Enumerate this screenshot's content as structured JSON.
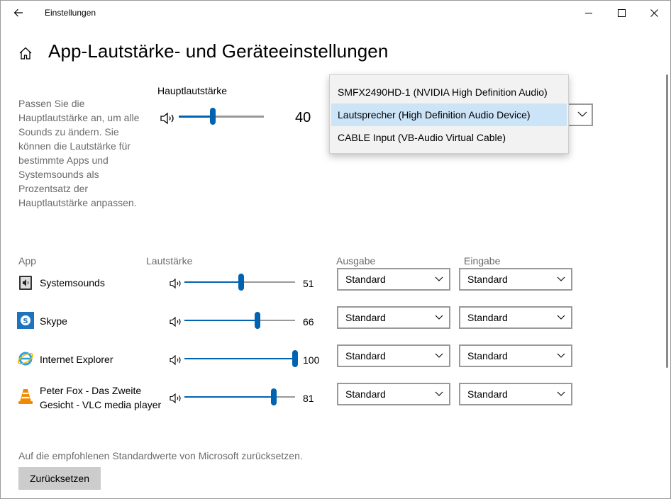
{
  "window": {
    "title": "Einstellungen"
  },
  "page": {
    "title": "App-Lautstärke- und Geräteeinstellungen"
  },
  "description": "Passen Sie die Hauptlautstärke an, um alle Sounds zu ändern. Sie können die Lautstärke für bestimmte Apps und Systemsounds als Prozentsatz der Hauptlautstärke anpassen.",
  "master": {
    "label": "Hauptlautstärke",
    "value": "40",
    "level": 40
  },
  "output_dropdown": {
    "options": [
      "SMFX2490HD-1 (NVIDIA High Definition Audio)",
      "Lautsprecher (High Definition Audio Device)",
      "CABLE Input (VB-Audio Virtual Cable)"
    ],
    "selected_index": 1
  },
  "columns": {
    "app": "App",
    "volume": "Lautstärke",
    "output": "Ausgabe",
    "input": "Eingabe"
  },
  "apps": [
    {
      "name": "Systemsounds",
      "icon": "system-sounds-icon",
      "value": "51",
      "level": 51,
      "output": "Standard",
      "input": "Standard"
    },
    {
      "name": "Skype",
      "icon": "skype-icon",
      "value": "66",
      "level": 66,
      "output": "Standard",
      "input": "Standard"
    },
    {
      "name": "Internet Explorer",
      "icon": "internet-explorer-icon",
      "value": "100",
      "level": 100,
      "output": "Standard",
      "input": "Standard"
    },
    {
      "name": "Peter Fox - Das Zweite Gesicht - VLC media player",
      "icon": "vlc-icon",
      "value": "81",
      "level": 81,
      "output": "Standard",
      "input": "Standard"
    }
  ],
  "reset": {
    "text": "Auf die empfohlenen Standardwerte von Microsoft zurücksetzen.",
    "button": "Zurücksetzen"
  },
  "colors": {
    "accent": "#0063b1",
    "selected_item": "#cce4f7",
    "muted_text": "#6b6b6b",
    "button": "#cccccc"
  }
}
